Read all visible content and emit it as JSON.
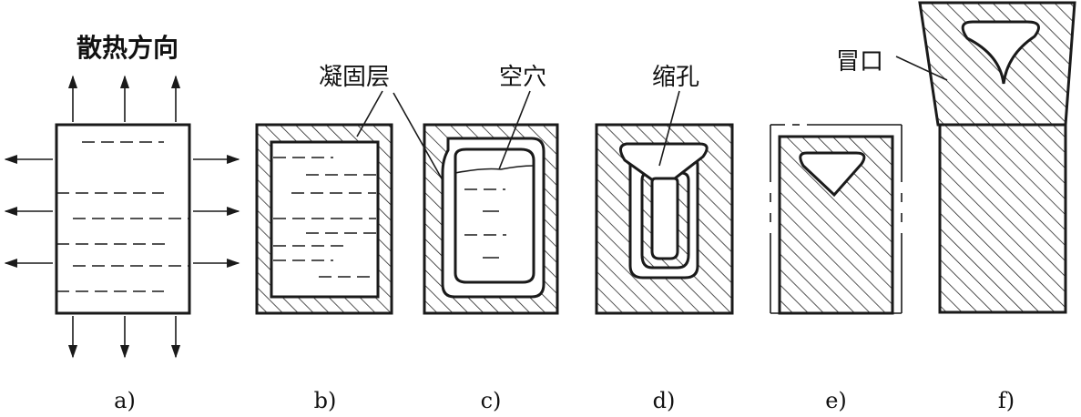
{
  "labels": {
    "heat_direction": "散热方向",
    "solidified_layer": "凝固层",
    "cavity": "空穴",
    "shrinkage_hole": "缩孔",
    "riser": "冒口"
  },
  "captions": [
    "a)",
    "b)",
    "c)",
    "d)",
    "e)",
    "f)"
  ],
  "colors": {
    "line": "#1a1a1a",
    "background": "#ffffff"
  }
}
